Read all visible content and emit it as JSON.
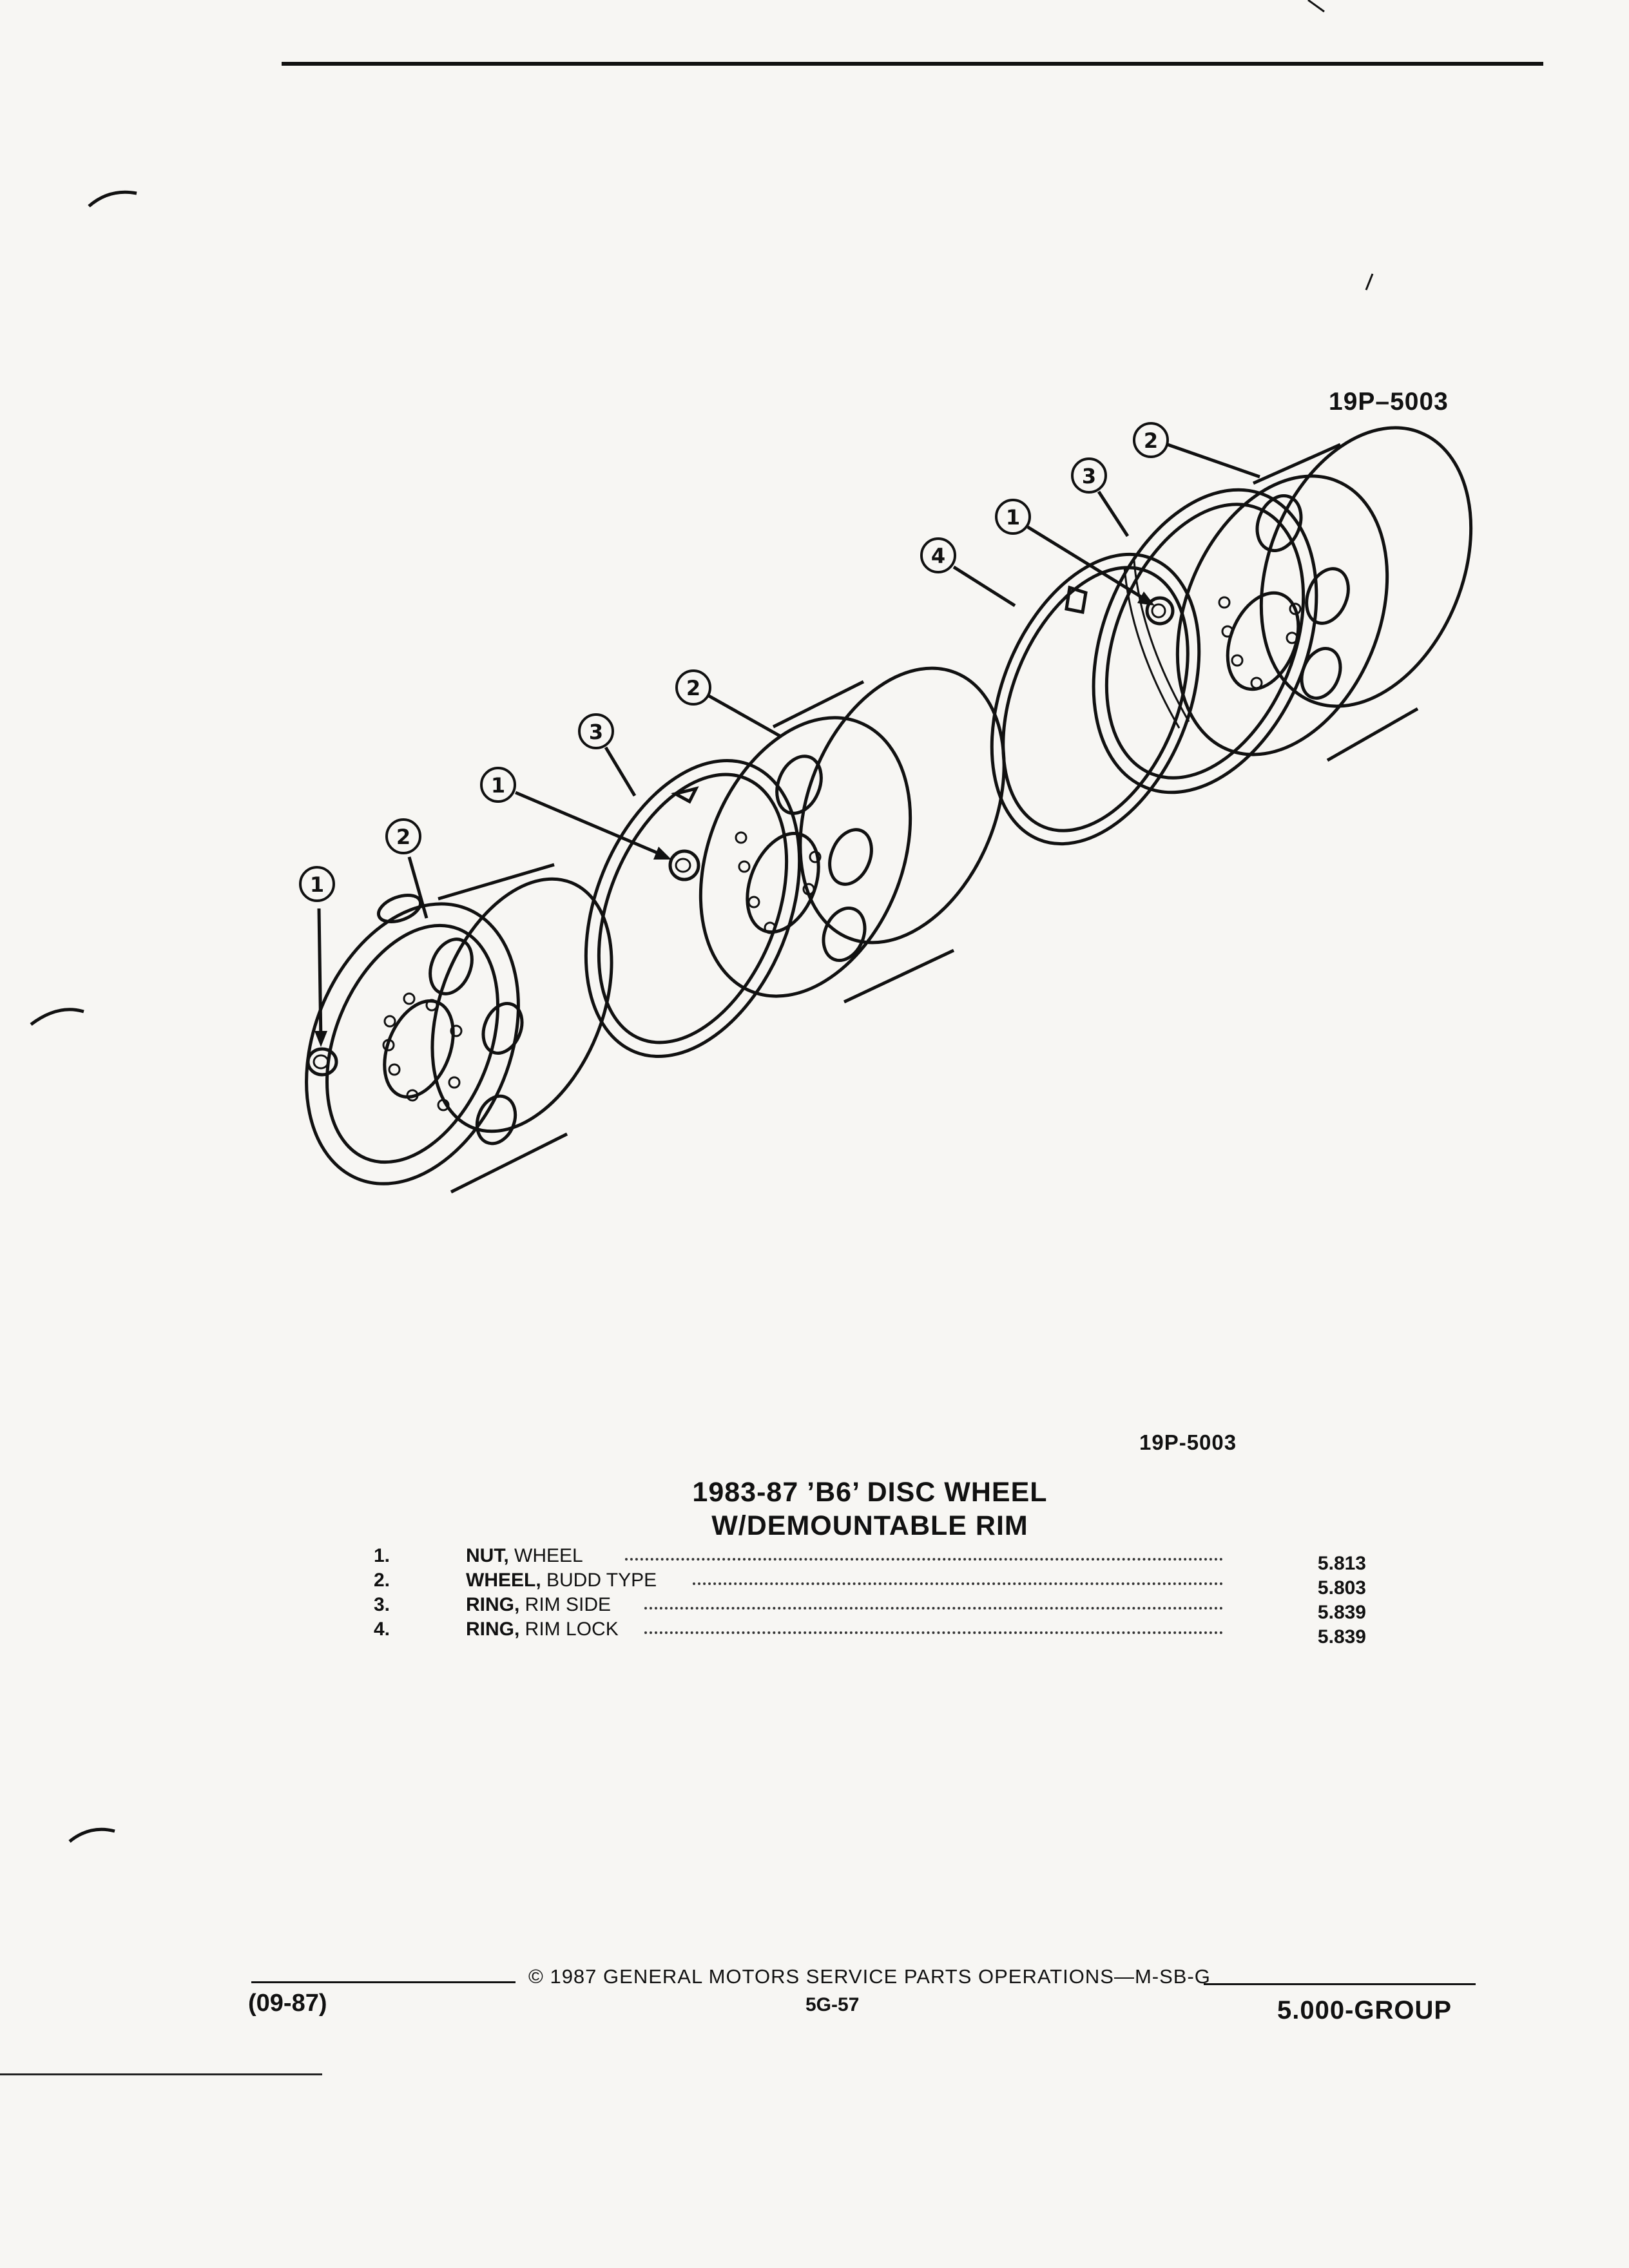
{
  "figure_code": "19P–5003",
  "figure_code_bottom": "19P-5003",
  "title_line1": "1983-87 ’B6’ DISC WHEEL",
  "title_line2": "W/DEMOUNTABLE RIM",
  "callouts": [
    "1",
    "2",
    "3",
    "4"
  ],
  "parts": [
    {
      "num": "1.",
      "name": "NUT,",
      "desc": " WHEEL",
      "code": "5.813"
    },
    {
      "num": "2.",
      "name": "WHEEL,",
      "desc": " BUDD TYPE",
      "code": "5.803"
    },
    {
      "num": "3.",
      "name": "RING,",
      "desc": " RIM SIDE",
      "code": "5.839"
    },
    {
      "num": "4.",
      "name": "RING,",
      "desc": " RIM LOCK",
      "code": "5.839"
    }
  ],
  "footer": {
    "date": "(09-87)",
    "copyright": "©  1987  GENERAL MOTORS SERVICE PARTS OPERATIONS—M-SB-G",
    "page": "5G-57",
    "group": "5.000-GROUP"
  }
}
